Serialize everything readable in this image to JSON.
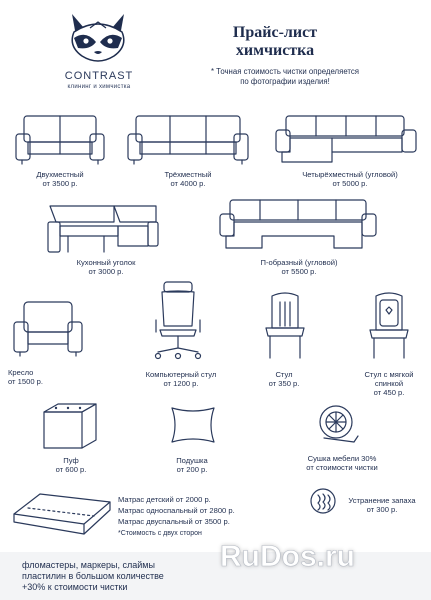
{
  "brand": {
    "name": "CONTRAST",
    "subtitle": "клининг и химчистка"
  },
  "title": {
    "line1": "Прайс-лист",
    "line2": "химчистка"
  },
  "note": {
    "line1": "* Точная стоимость чистки определяется",
    "line2": "по фотографии изделия!"
  },
  "items": [
    {
      "name": "Двухместный",
      "price": "от  3500 р."
    },
    {
      "name": "Трёхместный",
      "price": "от 4000 р."
    },
    {
      "name": "Четырёхместный (угловой)",
      "price": "от 5000 р."
    },
    {
      "name": "Кухонный уголок",
      "price": "от  3000 р."
    },
    {
      "name": "П-образный (угловой)",
      "price": "от 5500 р."
    },
    {
      "name": "Кресло",
      "price": "от 1500 р."
    },
    {
      "name": "Компьютерный стул",
      "price": "от 1200 р."
    },
    {
      "name": "Стул",
      "price": "от 350 р."
    },
    {
      "name": "Стул с мягкой",
      "name2": "спинкой",
      "price": "от 450 р."
    },
    {
      "name": "Пуф",
      "price": "от 600 р."
    },
    {
      "name": "Подушка",
      "price": "от 200 р."
    },
    {
      "name": "Сушка мебели 30%",
      "price": "от стоимости чистки"
    },
    {
      "name": "Устранение запаха",
      "price": "от 300 р."
    }
  ],
  "mattress": {
    "line1": "Матрас детский от 2000 р.",
    "line2": "Матрас односпальный от 2800 р.",
    "line3": "Матрас двуспальный от  3500 р.",
    "note": "*Стоимость с двух сторон"
  },
  "footer": {
    "line1": "фломастеры, маркеры, слаймы",
    "line2": "пластилин в большом количестве",
    "line3": "+30% к стоимости чистки"
  },
  "watermark": "RuDos.ru"
}
